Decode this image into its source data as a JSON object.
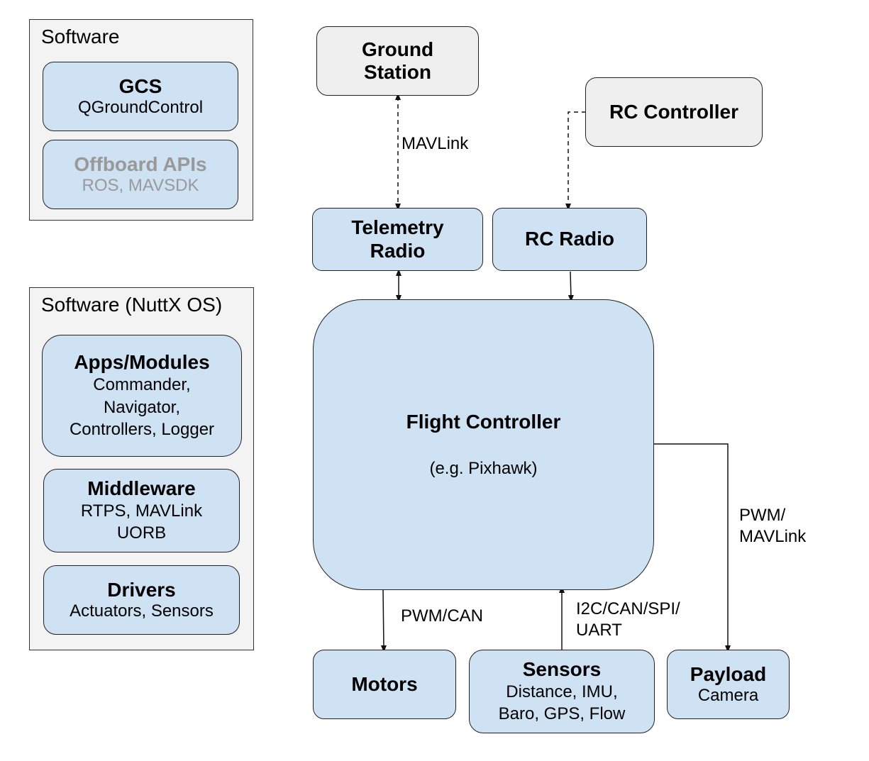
{
  "diagram": {
    "software_panel": {
      "title": "Software",
      "blocks": [
        {
          "title": "GCS",
          "subtitle": "QGroundControl"
        },
        {
          "title": "Offboard APIs",
          "subtitle": "ROS, MAVSDK",
          "state": "disabled"
        }
      ]
    },
    "nuttx_panel": {
      "title": "Software (NuttX OS)",
      "blocks": [
        {
          "title": "Apps/Modules",
          "subtitle": "Commander,\nNavigator,\nControllers, Logger"
        },
        {
          "title": "Middleware",
          "subtitle": "RTPS, MAVLink\nUORB"
        },
        {
          "title": "Drivers",
          "subtitle": "Actuators, Sensors"
        }
      ]
    },
    "nodes": {
      "ground_station": {
        "title": "Ground\nStation"
      },
      "rc_controller": {
        "title": "RC Controller"
      },
      "telemetry_radio": {
        "title": "Telemetry\nRadio"
      },
      "rc_radio": {
        "title": "RC Radio"
      },
      "flight_controller": {
        "title": "Flight Controller",
        "subtitle": "(e.g. Pixhawk)"
      },
      "motors": {
        "title": "Motors"
      },
      "sensors": {
        "title": "Sensors",
        "subtitle": "Distance, IMU,\nBaro, GPS, Flow"
      },
      "payload": {
        "title": "Payload",
        "subtitle": "Camera"
      }
    },
    "edges": [
      {
        "from": "ground_station",
        "to": "telemetry_radio",
        "style": "dashed",
        "direction": "both",
        "label": "MAVLink"
      },
      {
        "from": "rc_controller",
        "to": "rc_radio",
        "style": "dashed",
        "direction": "forward",
        "label": ""
      },
      {
        "from": "telemetry_radio",
        "to": "flight_controller",
        "style": "solid",
        "direction": "both",
        "label": ""
      },
      {
        "from": "rc_radio",
        "to": "flight_controller",
        "style": "solid",
        "direction": "forward",
        "label": ""
      },
      {
        "from": "flight_controller",
        "to": "motors",
        "style": "solid",
        "direction": "forward",
        "label": "PWM/CAN"
      },
      {
        "from": "sensors",
        "to": "flight_controller",
        "style": "solid",
        "direction": "forward",
        "label": "I2C/CAN/SPI/\nUART"
      },
      {
        "from": "flight_controller",
        "to": "payload",
        "style": "solid",
        "direction": "forward",
        "label": "PWM/\nMAVLink"
      }
    ],
    "colors": {
      "hardware_fill": "#cfe2f3",
      "external_fill": "#efefef",
      "panel_fill": "#f3f3f3",
      "stroke": "#222222",
      "disabled_text": "#999999"
    }
  }
}
